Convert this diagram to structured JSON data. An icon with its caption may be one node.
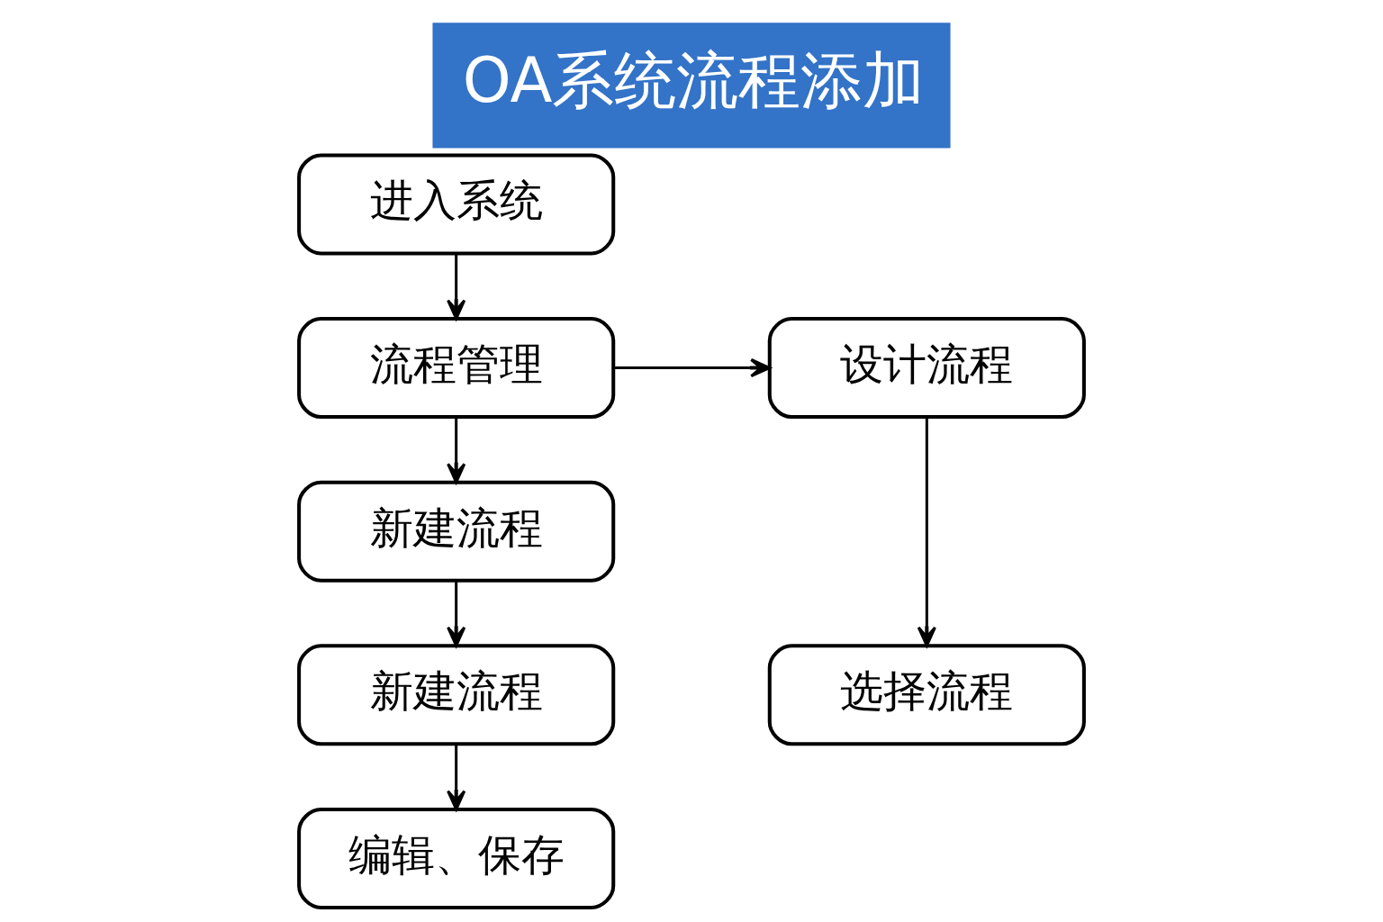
{
  "diagram": {
    "title": "OA系统流程添加",
    "nodes": [
      {
        "text": [
          "进入系统"
        ]
      },
      {
        "text": [
          "流程管理"
        ]
      },
      {
        "text": [
          "设计流程"
        ]
      },
      {
        "text": [
          "新建流程"
        ]
      },
      {
        "text": [
          "新建流程"
        ]
      },
      {
        "text": [
          "选择流程"
        ]
      },
      {
        "text": [
          "编辑、保存"
        ]
      }
    ],
    "edges": [
      {
        "from": 0,
        "to": 1,
        "arrow": "to"
      },
      {
        "from": 1,
        "to": 2,
        "arrow": "to"
      },
      {
        "from": 1,
        "to": 3,
        "arrow": "to"
      },
      {
        "from": 2,
        "to": 5,
        "arrow": "to"
      },
      {
        "from": 3,
        "to": 4,
        "arrow": "to"
      },
      {
        "from": 4,
        "to": 6,
        "arrow": "to"
      }
    ]
  }
}
